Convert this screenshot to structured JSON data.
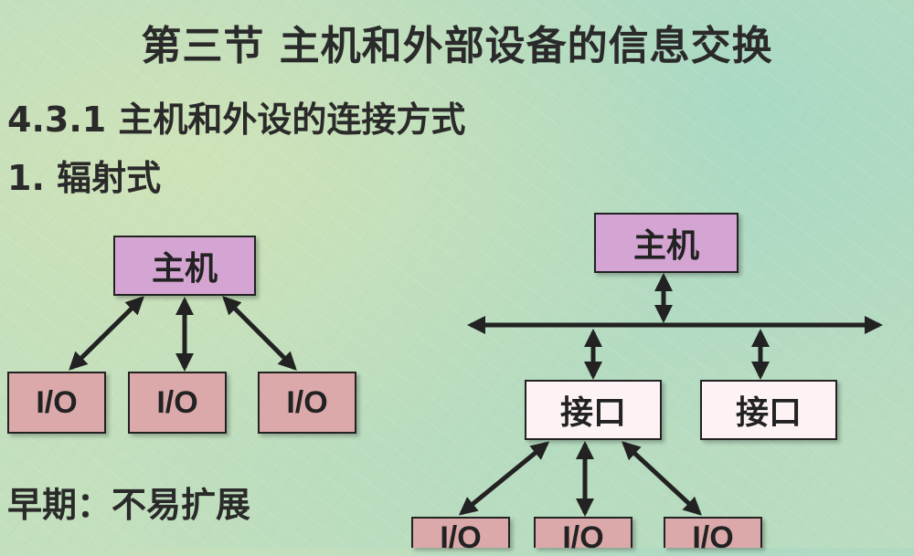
{
  "title": "第三节 主机和外部设备的信息交换",
  "section": "4.3.1 主机和外设的连接方式",
  "subsection": "1. 辐射式",
  "note": "早期：不易扩展",
  "left_diagram": {
    "host": "主机",
    "io": [
      "I/O",
      "I/O",
      "I/O"
    ]
  },
  "right_diagram": {
    "host": "主机",
    "interfaces": [
      "接口",
      "接口"
    ],
    "io": [
      "I/O",
      "I/O",
      "I/O"
    ]
  },
  "colors": {
    "host_box": "#d4a5d2",
    "io_box": "#dca9ab",
    "interface_box": "#fdf3f5",
    "text": "#2a2a2a"
  }
}
